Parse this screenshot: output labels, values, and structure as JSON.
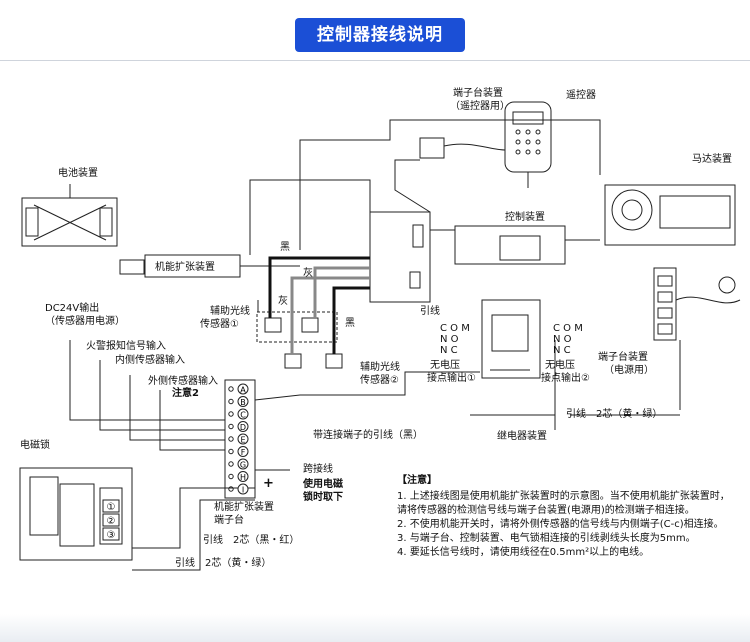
{
  "banner": {
    "title": "控制器接线说明"
  },
  "labels": {
    "terminal_block_remote": "端子台装置",
    "terminal_block_remote_sub": "（遥控器用）",
    "remote": "遥控器",
    "battery": "电池装置",
    "motor": "马达装置",
    "expansion": "机能扩张装置",
    "controller": "控制装置",
    "black1": "黑",
    "gray1": "灰",
    "gray2": "灰",
    "black2": "黑",
    "dc24": "DC24V输出",
    "dc24_sub": "（传感器用电源）",
    "aux1": "辅助光线",
    "aux1_sub": "传感器①",
    "aux2": "辅助光线",
    "aux2_sub": "传感器②",
    "lead": "引线",
    "fire": "火警报知信号输入",
    "inner": "内侧传感器输入",
    "outer": "外侧传感器输入",
    "note2": "注意2",
    "com1": "C O M",
    "no1": "N O",
    "nc1": "N C",
    "com2": "C O M",
    "no2": "N O",
    "nc2": "N C",
    "dry1": "无电压",
    "dry1_sub": "接点输出①",
    "dry2": "无电压",
    "dry2_sub": "接点输出②",
    "tb_power": "端子台装置",
    "tb_power_sub": "（电源用）",
    "lead_yg": "引线　2芯（黄・绿）",
    "belt": "带连接端子的引线（黑）",
    "relay": "继电器装置",
    "maglock": "电磁锁",
    "jumper": "跨接线",
    "jumper_use": "使用电磁",
    "jumper_use2": "锁时取下",
    "exp_tb": "机能扩张装置",
    "exp_tb2": "端子台",
    "lead_br": "引线　2芯（黑・红）",
    "lead_yg2": "引线　2芯（黄・绿）",
    "plus": "+"
  },
  "terminals": [
    "A",
    "B",
    "C",
    "D",
    "E",
    "F",
    "G",
    "H",
    "I"
  ],
  "mag_terminals": [
    "①",
    "②",
    "③"
  ],
  "notes": {
    "title": "【注意】",
    "items": [
      "1. 上述接线图是使用机能扩张装置时的示意图。当不使用机能扩张装置时，请将传感器的检测信号线与端子台装置(电源用)的检测端子相连接。",
      "2. 不使用机能开关时，请将外侧传感器的信号线与内侧端子(C-c)相连接。",
      "3. 与端子台、控制装置、电气锁相连接的引线剥线头长度为5mm。",
      "4. 要延长信号线时，请使用线径在0.5mm²以上的电线。"
    ]
  }
}
